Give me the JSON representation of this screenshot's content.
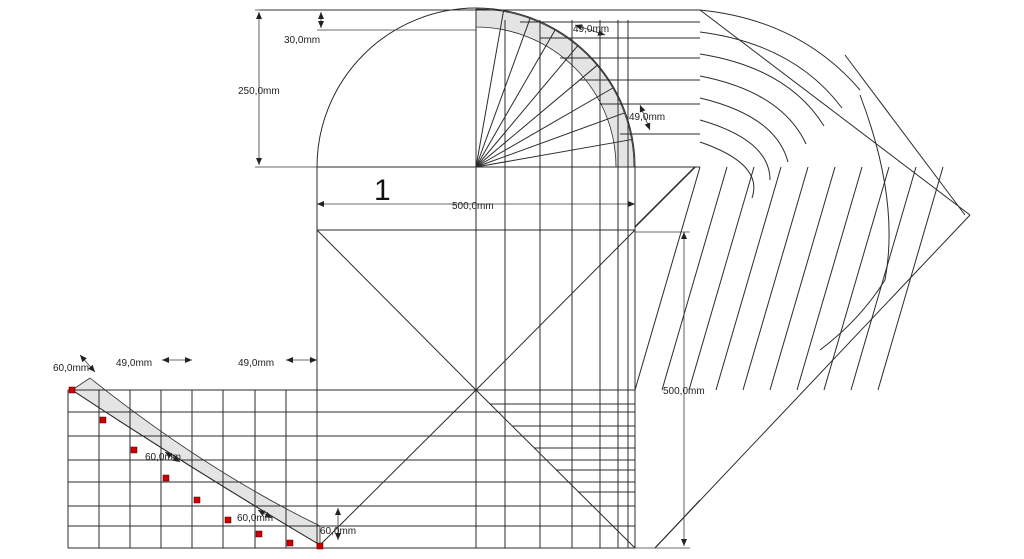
{
  "drawing_number": "1",
  "dimensions": {
    "tread_offset_top": "30,0mm",
    "radius_height": "250,0mm",
    "tread_width_top": "49,0mm",
    "tread_width_right": "49,0mm",
    "overall_width": "500,0mm",
    "overall_height": "500,0mm",
    "tread_width_bottom_left": "49,0mm",
    "tread_width_bottom_mid": "49,0mm",
    "offset_left": "60,0mm",
    "offset_mid": "60,0mm",
    "offset_low": "60,0mm",
    "offset_bottom": "60,0mm"
  },
  "colors": {
    "line": "#2b2b2b",
    "shade": "#e4e4e4",
    "marker": "#cc0000"
  }
}
